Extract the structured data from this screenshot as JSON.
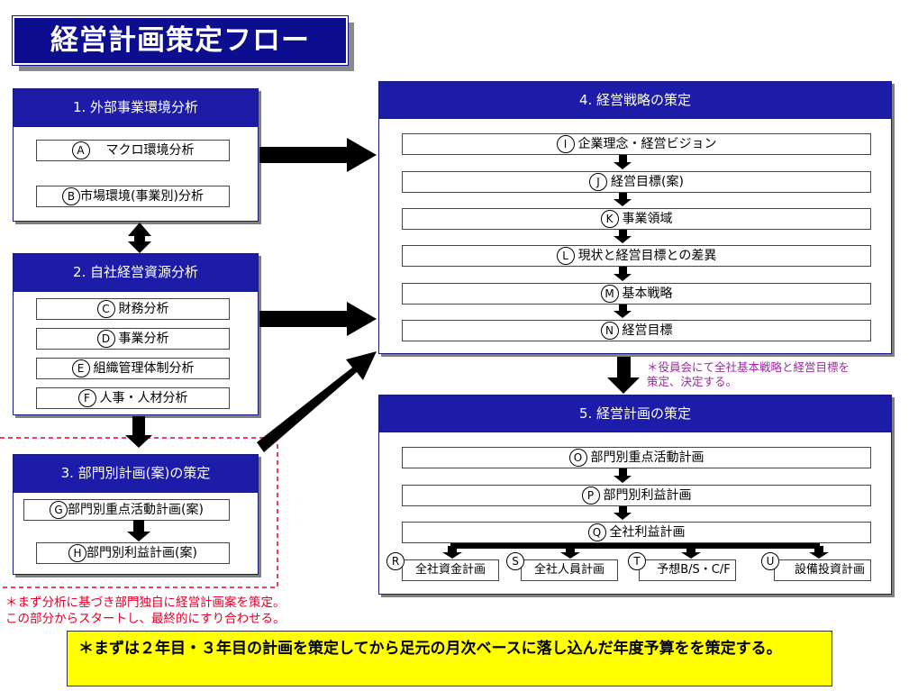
{
  "title": "経営計画策定フロー",
  "panel1": {
    "title": "1. 外部事業環境分析",
    "items": [
      {
        "mark": "A",
        "label": "マクロ環境分析"
      },
      {
        "mark": "B",
        "label": "市場環境(事業別)分析"
      }
    ]
  },
  "panel2": {
    "title": "2. 自社経営資源分析",
    "items": [
      {
        "mark": "C",
        "label": "財務分析"
      },
      {
        "mark": "D",
        "label": "事業分析"
      },
      {
        "mark": "E",
        "label": "組織管理体制分析"
      },
      {
        "mark": "F",
        "label": "人事・人材分析"
      }
    ]
  },
  "panel3": {
    "title": "3. 部門別計画(案)の策定",
    "items": [
      {
        "mark": "G",
        "label": "部門別重点活動計画(案)"
      },
      {
        "mark": "H",
        "label": "部門別利益計画(案)"
      }
    ]
  },
  "panel4": {
    "title": "4. 経営戦略の策定",
    "items": [
      {
        "mark": "I",
        "label": "企業理念・経営ビジョン"
      },
      {
        "mark": "J",
        "label": "経営目標(案)"
      },
      {
        "mark": "K",
        "label": "事業領域"
      },
      {
        "mark": "L",
        "label": "現状と経営目標との差異"
      },
      {
        "mark": "M",
        "label": "基本戦略"
      },
      {
        "mark": "N",
        "label": "経営目標"
      }
    ]
  },
  "panel5": {
    "title": "5. 経営計画の策定",
    "items": [
      {
        "mark": "O",
        "label": "部門別重点活動計画"
      },
      {
        "mark": "P",
        "label": "部門別利益計画"
      },
      {
        "mark": "Q",
        "label": "全社利益計画"
      }
    ],
    "sub_items": [
      {
        "mark": "R",
        "label": "全社資金計画"
      },
      {
        "mark": "S",
        "label": "全社人員計画"
      },
      {
        "mark": "T",
        "label": "予想B/S・C/F"
      },
      {
        "mark": "U",
        "label": "設備投資計画"
      }
    ]
  },
  "note_board": {
    "line1": "＊役員会にて全社基本戦略と経営目標を",
    "line2": "策定、決定する。"
  },
  "note_dept": {
    "line1": "＊まず分析に基づき部門独自に経営計画案を策定。",
    "line2": "この部分からスタートし、最終的にすり合わせる。"
  },
  "banner": "＊まずは２年目・３年目の計画を策定してから足元の月次ベースに落し込んだ年度予算をを策定する。",
  "colors": {
    "header_blue": "#1c1ca8",
    "title_blue": "#0d0d8f",
    "note_red": "#e0002a",
    "note_purple": "#9b2aa0",
    "banner_yellow": "#ffff00",
    "arrow": "#000000"
  }
}
